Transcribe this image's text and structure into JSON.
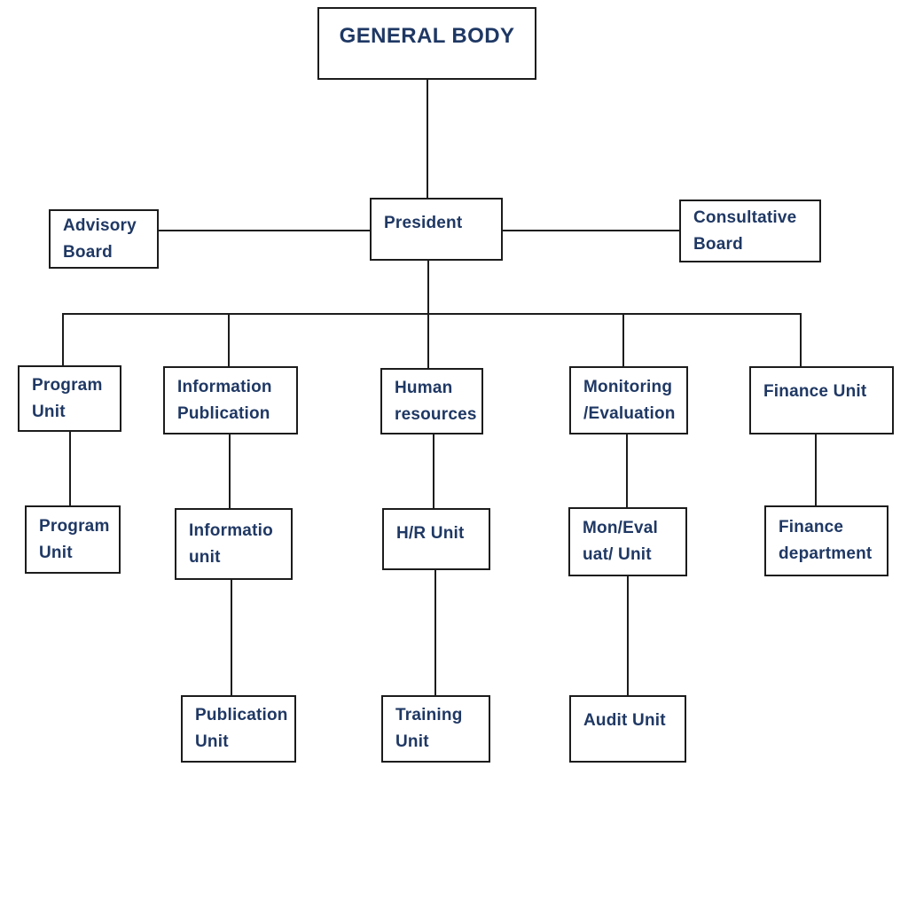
{
  "diagram": {
    "type": "org-chart",
    "background": "#FFFFFF",
    "text_color": "#1F3864",
    "line_color": "#1C1C1C",
    "nodes": {
      "general_body": "GENERAL BODY",
      "president": "President",
      "advisory_board": "Advisory\nBoard",
      "consultative_board": "Consultative\nBoard",
      "program_unit": "Program\nUnit",
      "information_publication": "Information\nPublication",
      "human_resources": "Human\nresources",
      "monitoring_evaluation": "Monitoring\n/Evaluation",
      "finance_unit": "Finance Unit",
      "program_unit_sub": "Program\nUnit",
      "information_unit": "Informatio\nunit",
      "hr_unit": "H/R Unit",
      "mon_eval_unit": "Mon/Eval\nuat/ Unit",
      "finance_department": "Finance\ndepartment",
      "publication_unit": "Publication\nUnit",
      "training_unit": "Training\nUnit",
      "audit_unit": "Audit Unit"
    },
    "edges": [
      "general_body->president",
      "advisory_board->president",
      "president->consultative_board",
      "president->program_unit",
      "president->information_publication",
      "president->human_resources",
      "president->monitoring_evaluation",
      "president->finance_unit",
      "program_unit->program_unit_sub",
      "information_publication->information_unit",
      "human_resources->hr_unit",
      "monitoring_evaluation->mon_eval_unit",
      "finance_unit->finance_department",
      "information_unit->publication_unit",
      "hr_unit->training_unit",
      "mon_eval_unit->audit_unit"
    ]
  }
}
